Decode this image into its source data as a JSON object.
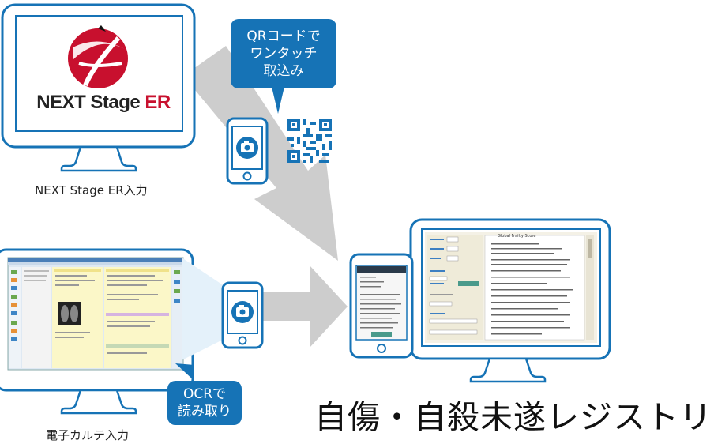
{
  "logo": {
    "main": "NEXT Stage ",
    "accent": "ER"
  },
  "captions": {
    "top_left": "NEXT Stage ER入力",
    "bottom_left": "電子カルテ入力"
  },
  "bubbles": {
    "qr": [
      "QRコードで",
      "ワンタッチ",
      "取込み"
    ],
    "ocr": [
      "OCRで",
      "読み取り"
    ]
  },
  "registry_title": "自傷・自殺未遂レジストリ",
  "screen_form": {
    "title": "Global Frailty Score"
  },
  "colors": {
    "brand_blue": "#1673b6",
    "logo_red": "#c8102e",
    "arrow_gray": "#cfcfcf"
  }
}
